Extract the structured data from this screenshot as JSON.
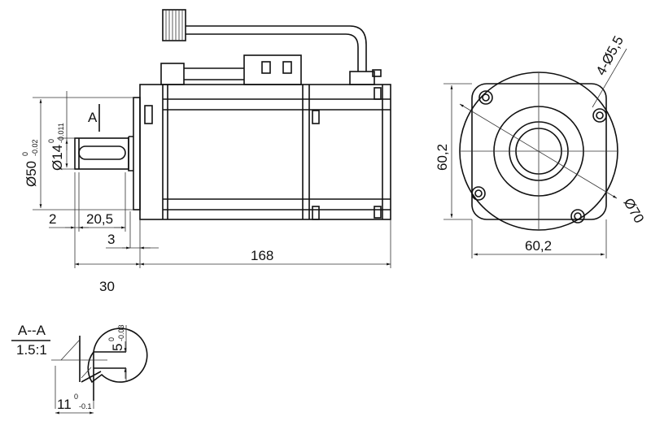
{
  "side_view": {
    "section_marker": "A",
    "dia50": {
      "label": "Ø50",
      "upper": "0",
      "lower": "-0.02"
    },
    "dia14": {
      "label": "Ø14",
      "upper": "0",
      "lower": "-0.011"
    },
    "dim_2": "2",
    "dim_20_5": "20,5",
    "dim_3": "3",
    "dim_168": "168",
    "dim_30": "30"
  },
  "front_view": {
    "height": "60,2",
    "width": "60,2",
    "holes": "4-Ø5,5",
    "pcd": "Ø70"
  },
  "section": {
    "title": "A--A",
    "scale": "1.5:1",
    "key_width": {
      "label": "5",
      "upper": "0",
      "lower": "-0.03"
    },
    "key_depth": {
      "label": "11",
      "upper": "0",
      "lower": "-0.1"
    }
  }
}
